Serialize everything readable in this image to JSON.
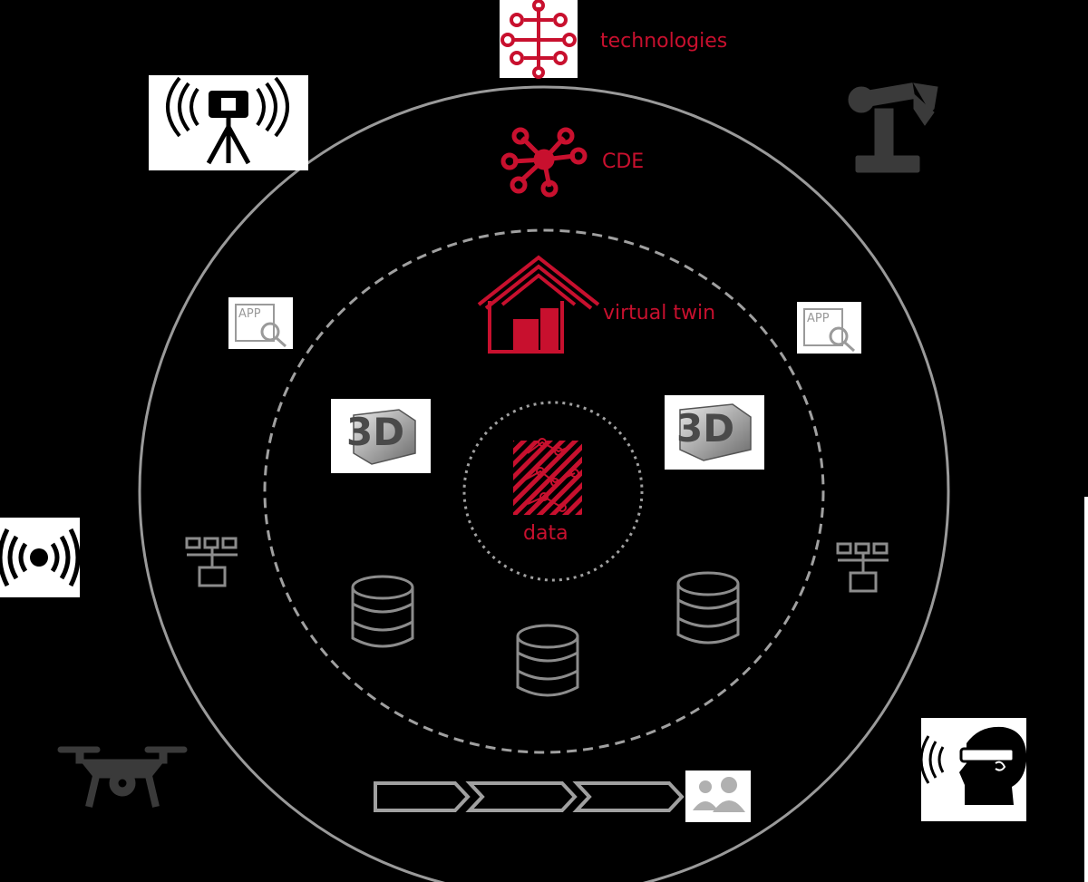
{
  "labels": {
    "technologies": "technologies",
    "cde": "CDE",
    "virtual_twin": "virtual twin",
    "data": "data",
    "app_left": "APP",
    "app_right": "APP",
    "three_d_left": "3D",
    "three_d_right": "3D"
  },
  "colors": {
    "background": "#000000",
    "accent_red": "#c8102e",
    "ring_gray": "#9a9a9a",
    "icon_gray": "#8c8c8c",
    "dark_gray": "#3a3a3a"
  },
  "icons": [
    "circuit-icon",
    "laser-scanner-icon",
    "robot-arm-icon",
    "hub-network-icon",
    "house-icon",
    "app-search-icon",
    "3d-cube-icon",
    "data-pattern-icon",
    "hierarchy-icon",
    "database-icon",
    "wireless-signal-icon",
    "drone-icon",
    "process-arrows-icon",
    "users-icon",
    "vr-head-icon"
  ]
}
